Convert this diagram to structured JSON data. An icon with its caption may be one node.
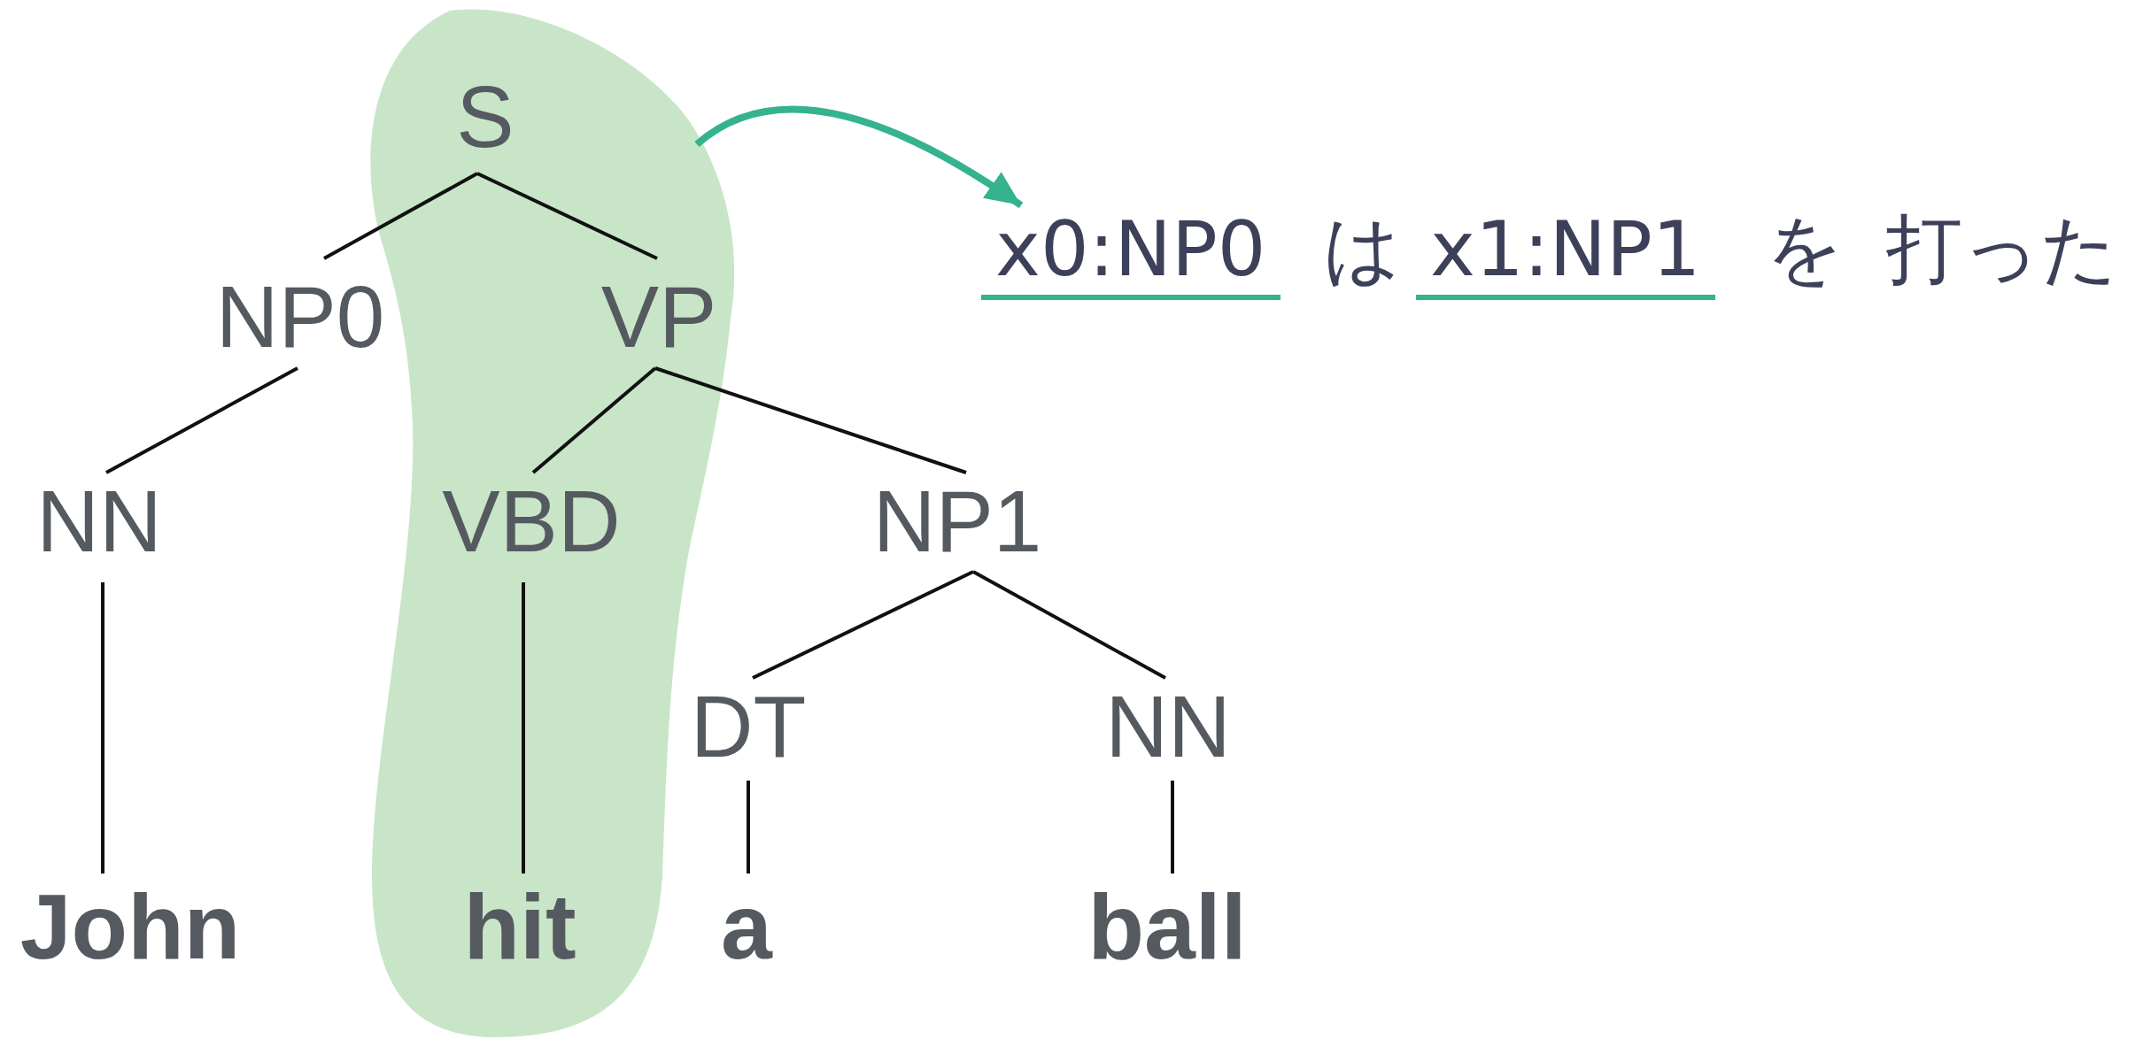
{
  "diagram": {
    "nodes": [
      {
        "text": [],
        "shape": "blob"
      },
      {
        "text": [
          "S"
        ],
        "in": 0
      },
      {
        "text": [
          "x0:NP0",
          "は",
          "x1:NP1",
          "を",
          "打った"
        ]
      },
      {
        "text": [
          "NP0"
        ]
      },
      {
        "text": [
          "VP"
        ],
        "in": 0
      },
      {
        "text": [
          "NN"
        ]
      },
      {
        "text": [
          "VBD"
        ],
        "in": 0
      },
      {
        "text": [
          "NP1"
        ]
      },
      {
        "text": [
          "DT"
        ]
      },
      {
        "text": [
          "NN"
        ]
      },
      {
        "text": [
          "John"
        ]
      },
      {
        "text": [
          "hit"
        ],
        "in": 0
      },
      {
        "text": [
          "a"
        ]
      },
      {
        "text": [
          "ball"
        ]
      }
    ],
    "edges": [
      {
        "from": 1,
        "to": 3,
        "arrow": "none"
      },
      {
        "from": 1,
        "to": 4,
        "arrow": "none"
      },
      {
        "from": 3,
        "to": 5,
        "arrow": "none"
      },
      {
        "from": 4,
        "to": 6,
        "arrow": "none"
      },
      {
        "from": 4,
        "to": 7,
        "arrow": "none"
      },
      {
        "from": 5,
        "to": 10,
        "arrow": "none"
      },
      {
        "from": 6,
        "to": 11,
        "arrow": "none"
      },
      {
        "from": 7,
        "to": 8,
        "arrow": "none"
      },
      {
        "from": 7,
        "to": 9,
        "arrow": "none"
      },
      {
        "from": 8,
        "to": 12,
        "arrow": "none"
      },
      {
        "from": 9,
        "to": 13,
        "arrow": "none"
      },
      {
        "from": 0,
        "to": 2,
        "arrow": "to",
        "style": "thick",
        "color": "#34b38e"
      }
    ]
  }
}
